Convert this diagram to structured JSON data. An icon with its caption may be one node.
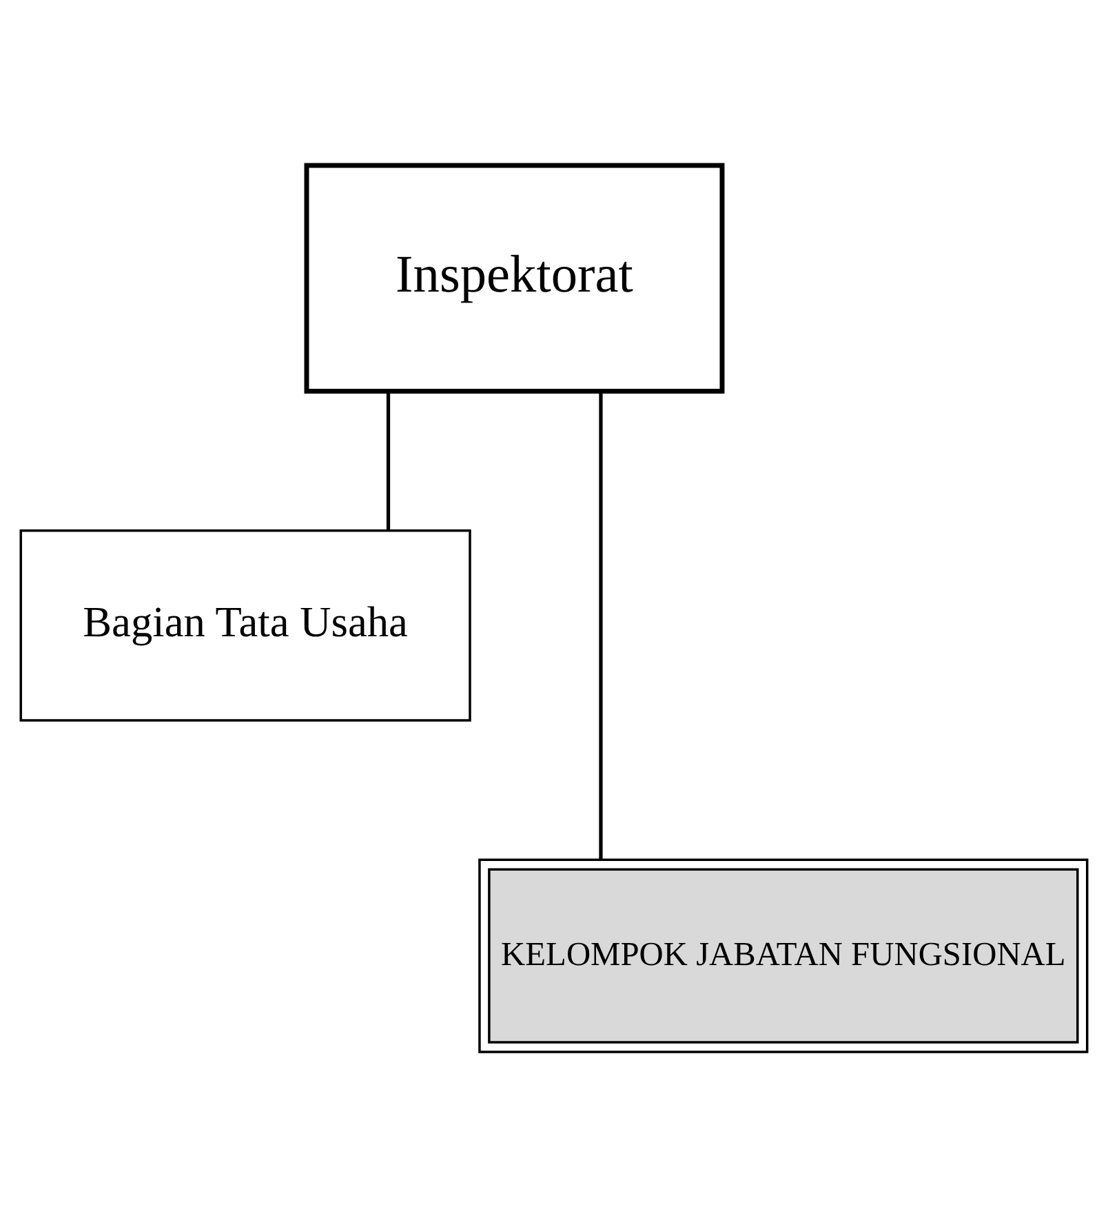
{
  "diagram": {
    "nodes": [
      {
        "text": [
          "Inspektorat"
        ]
      },
      {
        "text": [
          "Bagian Tata Usaha"
        ]
      },
      {
        "text": [
          "KELOMPOK JABATAN FUNGSIONAL"
        ]
      }
    ],
    "edges": [
      {
        "from": 0,
        "to": 1,
        "arrow": "none"
      },
      {
        "from": 0,
        "to": 2,
        "arrow": "none"
      }
    ]
  }
}
